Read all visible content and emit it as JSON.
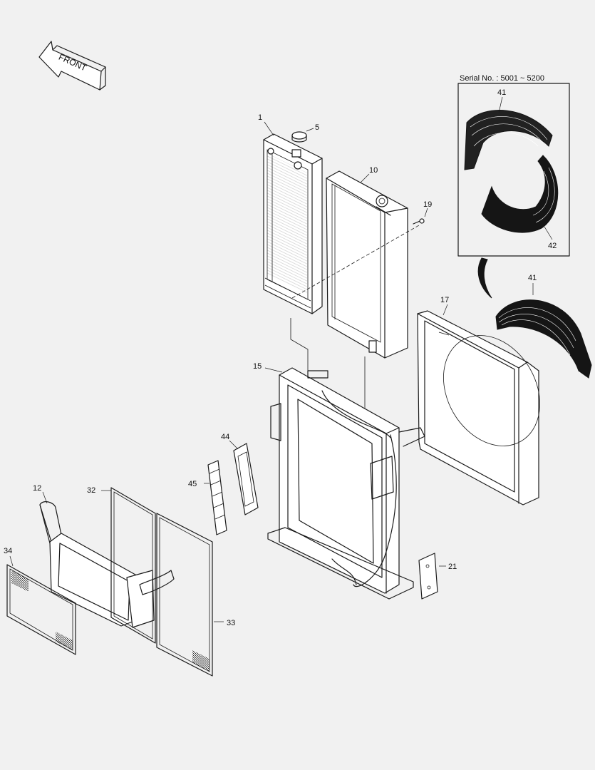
{
  "front_label": "FRONT",
  "serial_note": "Serial No. : 5001 ~ 5200",
  "callouts": {
    "c1": "1",
    "c5": "5",
    "c10": "10",
    "c19": "19",
    "c41a": "41",
    "c42": "42",
    "c41b": "41",
    "c17": "17",
    "c15": "15",
    "c44": "44",
    "c45": "45",
    "c12": "12",
    "c32": "32",
    "c34": "34",
    "c33": "33",
    "c21": "21"
  }
}
